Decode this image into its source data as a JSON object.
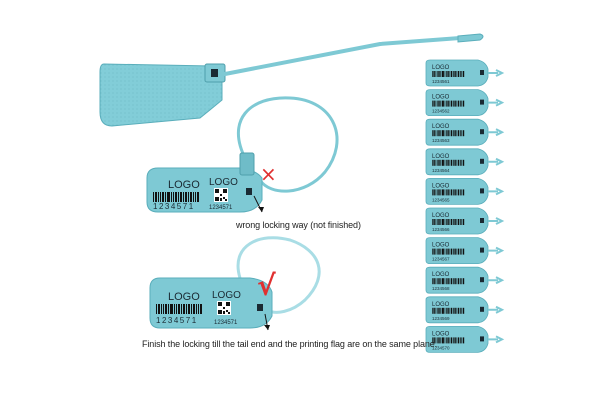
{
  "photo": {
    "tag_color": "#7ec9d4",
    "tag_shadow": "#5aaebb",
    "seal_color": "#7ec9d4"
  },
  "middle_seal": {
    "logo_left": "LOGO",
    "logo_right": "LOGO",
    "number_left": "1234571",
    "number_right": "1234571",
    "wrong_mark": "×",
    "caption": "wrong locking way (not finished)"
  },
  "bottom_seal": {
    "logo_left": "LOGO",
    "logo_right": "LOGO",
    "number_left": "1234571",
    "number_right": "1234571",
    "correct_mark": "√",
    "caption": "Finish the locking till the tail end and the printing flag are on the same plane."
  },
  "strip": {
    "labels": [
      "LOGO",
      "LOGO",
      "LOGO",
      "LOGO",
      "LOGO",
      "LOGO",
      "LOGO",
      "LOGO",
      "LOGO",
      "LOGO"
    ],
    "numbers": [
      "1234561",
      "1234562",
      "1234563",
      "1234564",
      "1234565",
      "1234566",
      "1234567",
      "1234568",
      "1234569",
      "1234570"
    ]
  }
}
